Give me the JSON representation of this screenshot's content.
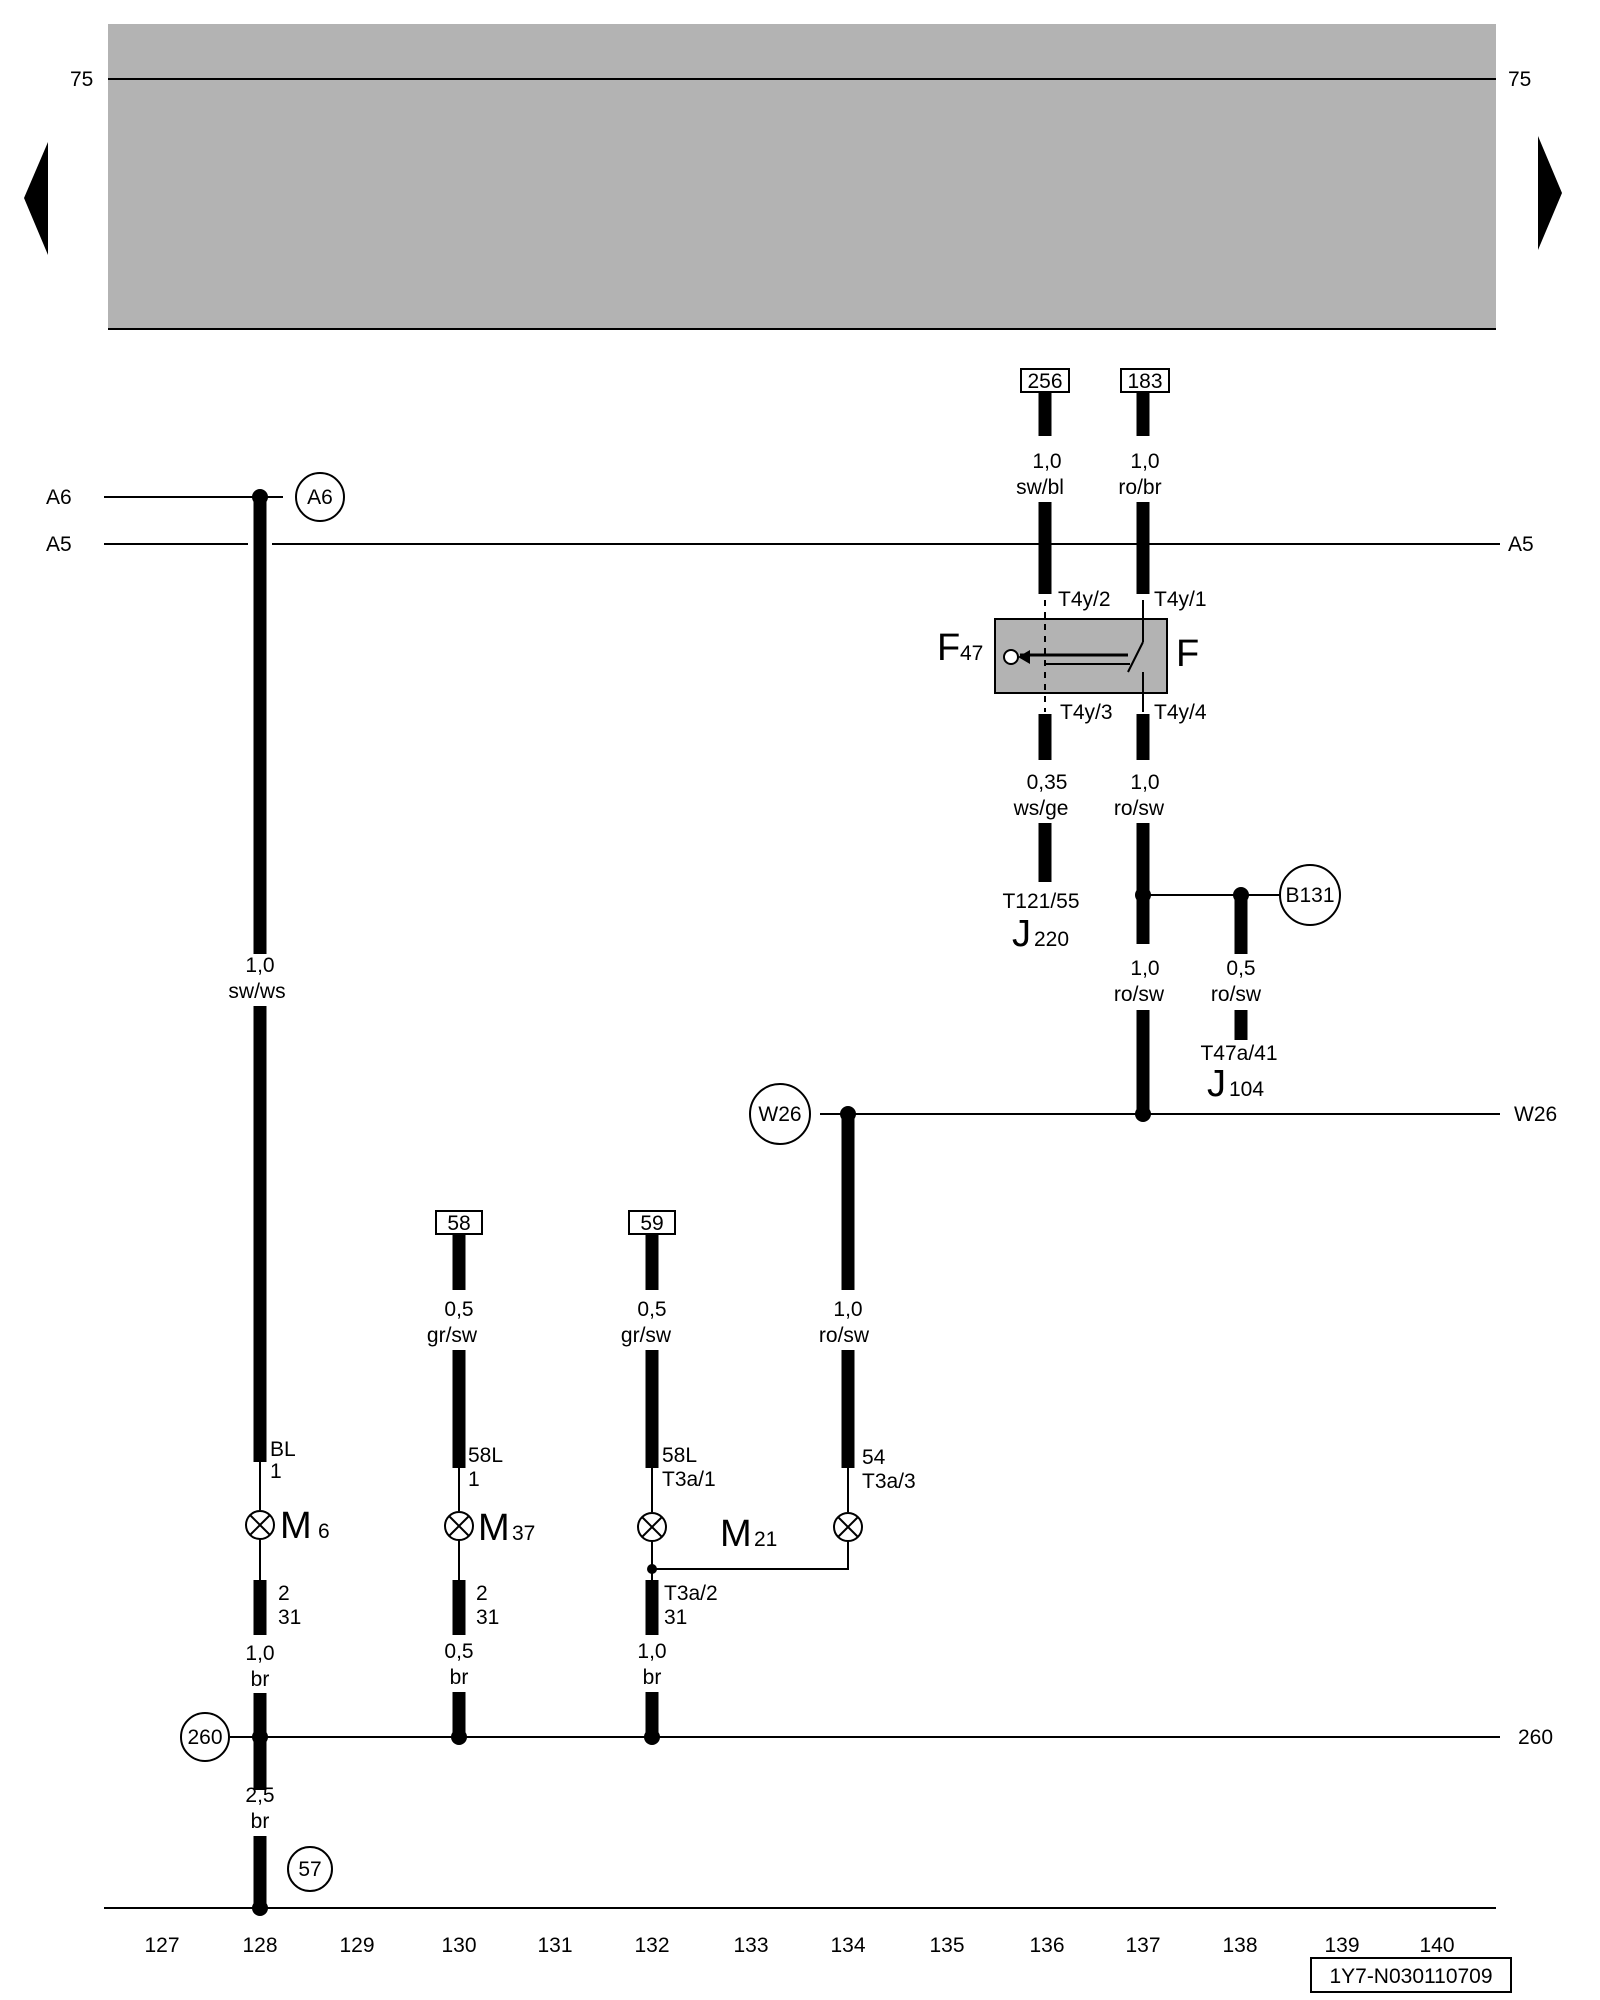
{
  "header_band": {
    "left_label": "75",
    "right_label": "75",
    "color": "#b3b3b3"
  },
  "nav": {
    "prev_icon": "triangle-left-icon",
    "next_icon": "triangle-right-icon"
  },
  "rails": {
    "a6_left": "A6",
    "a6_circle": "A6",
    "a5_left": "A5",
    "a5_right": "A5",
    "w26_circle": "W26",
    "w26_right": "W26",
    "r260_circle": "260",
    "r260_right": "260"
  },
  "refs": {
    "r256": "256",
    "r183": "183",
    "r58": "58",
    "r59": "59"
  },
  "circles": {
    "b131": "B131",
    "c57": "57"
  },
  "wires": {
    "w256_size": "1,0",
    "w256_color": "sw/bl",
    "w183_size": "1,0",
    "w183_color": "ro/br",
    "w_wsge_size": "0,35",
    "w_wsge_color": "ws/ge",
    "w_rosw_a_size": "1,0",
    "w_rosw_a_color": "ro/sw",
    "w_rosw_b_size": "1,0",
    "w_rosw_b_color": "ro/sw",
    "w_b131_size": "0,5",
    "w_b131_color": "ro/sw",
    "w_swws_size": "1,0",
    "w_swws_color": "sw/ws",
    "w58_size": "0,5",
    "w58_color": "gr/sw",
    "w59_size": "0,5",
    "w59_color": "gr/sw",
    "w_w26_size": "1,0",
    "w_w26_color": "ro/sw",
    "w_m6_br_size": "1,0",
    "w_m6_br_color": "br",
    "w_m37_br_size": "0,5",
    "w_m37_br_color": "br",
    "w_m21_br_size": "1,0",
    "w_m21_br_color": "br",
    "w_gnd_size": "2,5",
    "w_gnd_color": "br"
  },
  "pins": {
    "t4y2": "T4y/2",
    "t4y1": "T4y/1",
    "t4y3": "T4y/3",
    "t4y4": "T4y/4",
    "t121_55": "T121/55",
    "t47a_41": "T47a/41",
    "m6_top_a": "BL",
    "m6_top_b": "1",
    "m6_bot_a": "2",
    "m6_bot_b": "31",
    "m37_top_a": "58L",
    "m37_top_b": "1",
    "m37_bot_a": "2",
    "m37_bot_b": "31",
    "m21_l_top_a": "58L",
    "m21_l_top_b": "T3a/1",
    "m21_r_top_a": "54",
    "m21_r_top_b": "T3a/3",
    "m21_bot_a": "T3a/2",
    "m21_bot_b": "31"
  },
  "components": {
    "f47_main": "F",
    "f47_sub": "47",
    "f_main": "F",
    "j220_main": "J",
    "j220_sub": "220",
    "j104_main": "J",
    "j104_sub": "104",
    "m6_main": "M",
    "m6_sub": "6",
    "m37_main": "M",
    "m37_sub": "37",
    "m21_main": "M",
    "m21_sub": "21",
    "switch_color": "#b3b3b3"
  },
  "scale": [
    "127",
    "128",
    "129",
    "130",
    "131",
    "132",
    "133",
    "134",
    "135",
    "136",
    "137",
    "138",
    "139",
    "140"
  ],
  "doc_code": "1Y7-N030110709"
}
